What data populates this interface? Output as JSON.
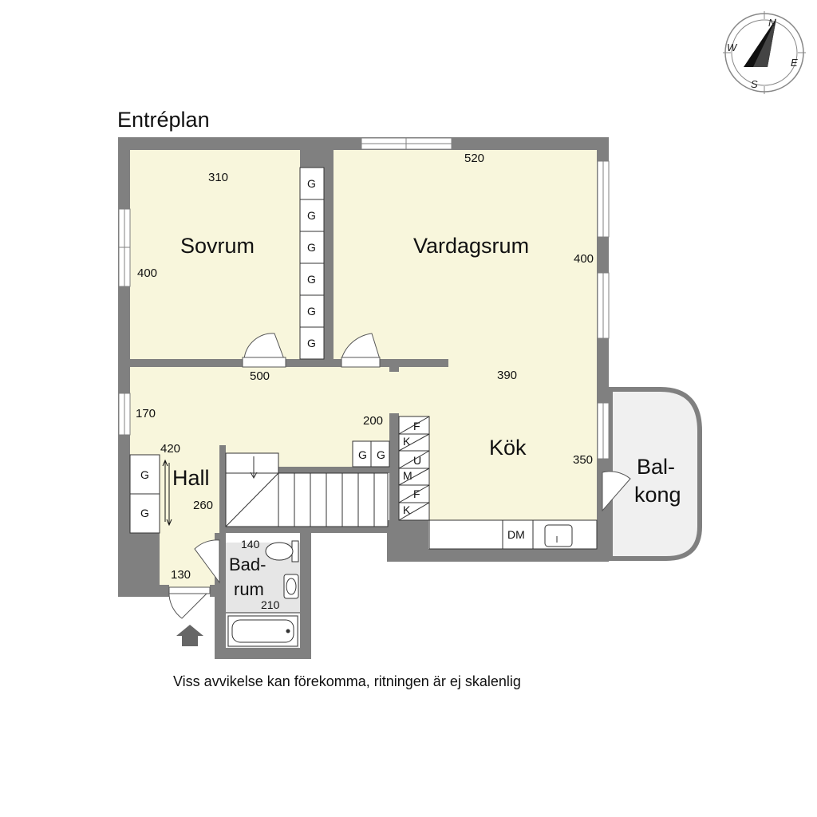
{
  "title": "Entréplan",
  "disclaimer": "Viss avvikelse kan förekomma, ritningen är ej skalenlig",
  "compass": {
    "n": "N",
    "e": "E",
    "s": "S",
    "w": "W"
  },
  "rooms": {
    "sovrum": "Sovrum",
    "vardagsrum": "Vardagsrum",
    "kok": "Kök",
    "hall": "Hall",
    "badrum_1": "Bad-",
    "badrum_2": "rum",
    "balkong_1": "Bal-",
    "balkong_2": "kong"
  },
  "dimensions": {
    "sovrum_width": "310",
    "sovrum_height": "400",
    "vardagsrum_width": "520",
    "vardagsrum_height": "400",
    "corridor_500": "500",
    "kitchen_390": "390",
    "hall_170": "170",
    "kitchen_200": "200",
    "hall_420": "420",
    "kitchen_350": "350",
    "hall_260": "260",
    "bath_140": "140",
    "hall_130": "130",
    "bath_210": "210"
  },
  "wardrobe_label": "G",
  "kitchen_units": [
    "F",
    "K",
    "U",
    "M",
    "F",
    "K"
  ],
  "dishwasher": "DM",
  "colors": {
    "wall": "#808080",
    "floor": "#f8f6dc",
    "bath_floor": "#e6e6e6",
    "balcony": "#f0f0f0"
  }
}
